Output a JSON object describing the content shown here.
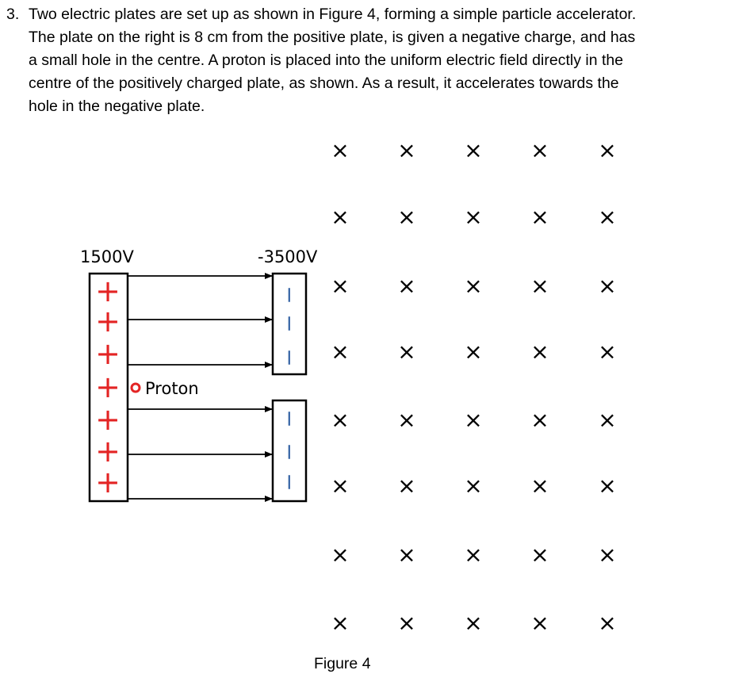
{
  "question": {
    "number": "3.",
    "lines": [
      "Two electric plates are set up as shown in Figure 4, forming a simple particle accelerator.",
      "The plate on the right is 8 cm from the positive plate, is given a negative charge, and has",
      "a small hole in the centre. A proton is placed into the uniform electric field directly in the",
      "centre of the positively charged plate, as shown.  As a result, it accelerates towards the",
      "hole in the negative plate."
    ]
  },
  "diagram": {
    "positive_plate_label": "1500V",
    "negative_plate_label": "-3500V",
    "proton_label": "Proton",
    "positive_symbol": "+",
    "negative_symbol": "−",
    "magnetic_field_symbol": "×",
    "caption": "Figure 4",
    "colors": {
      "positive": "#e32424",
      "negative": "#3d6aa8",
      "proton": "#e32424",
      "lines": "#000000"
    }
  }
}
